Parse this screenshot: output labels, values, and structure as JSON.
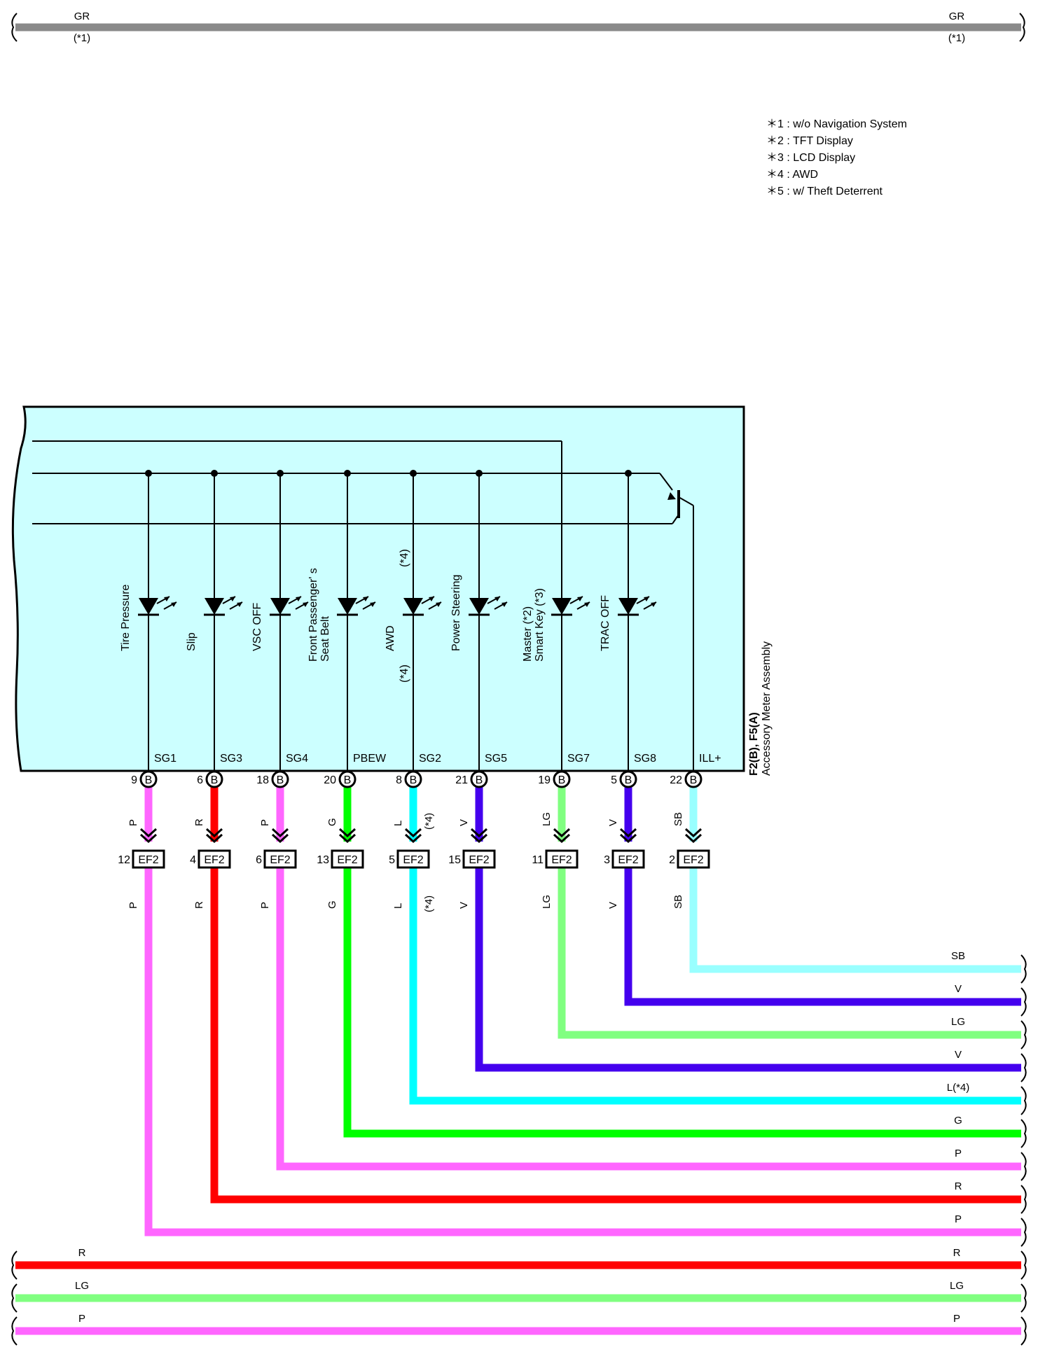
{
  "title": "",
  "colors": {
    "GR": "#8a8a8a",
    "P": "#ff66ff",
    "R": "#ff0000",
    "G": "#00ff00",
    "L": "#00ffff",
    "V": "#4400ee",
    "LG": "#80ff80",
    "SB": "#99ffff",
    "component_fill": "#ccffff"
  },
  "top_wire": {
    "color_code": "GR",
    "note": "(*1)"
  },
  "notes": [
    "＊1 : w/o Navigation System",
    "＊2 : TFT Display",
    "＊3 : LCD Display",
    "＊4 : AWD",
    "＊5 : w/ Theft Deterrent"
  ],
  "component": {
    "connectors": "F2(B), F5(A)",
    "name": "Accessory Meter Assembly",
    "connector_letter": "B"
  },
  "junction": {
    "label": "EF2"
  },
  "channels": [
    {
      "indicator": [
        "Tire Pressure"
      ],
      "terminal": "SG1",
      "pin": "9",
      "wire": "P",
      "wire_note": "",
      "ef_pin": "12"
    },
    {
      "indicator": [
        "Slip"
      ],
      "terminal": "SG3",
      "pin": "6",
      "wire": "R",
      "wire_note": "",
      "ef_pin": "4"
    },
    {
      "indicator": [
        "VSC OFF"
      ],
      "terminal": "SG4",
      "pin": "18",
      "wire": "P",
      "wire_note": "",
      "ef_pin": "6"
    },
    {
      "indicator": [
        "Front Passenger' s",
        "Seat Belt"
      ],
      "terminal": "PBEW",
      "pin": "20",
      "wire": "G",
      "wire_note": "",
      "ef_pin": "13"
    },
    {
      "indicator": [
        "AWD"
      ],
      "indicator_notes": [
        "(*4)",
        "(*4)"
      ],
      "terminal": "SG2",
      "pin": "8",
      "wire": "L",
      "wire_note": "(*4)",
      "ef_pin": "5"
    },
    {
      "indicator": [
        "Power Steering"
      ],
      "terminal": "SG5",
      "pin": "21",
      "wire": "V",
      "wire_note": "",
      "ef_pin": "15"
    },
    {
      "indicator": [
        "Master (*2)",
        "Smart Key (*3)"
      ],
      "terminal": "SG7",
      "pin": "19",
      "wire": "LG",
      "wire_note": "",
      "ef_pin": "11"
    },
    {
      "indicator": [
        "TRAC OFF"
      ],
      "terminal": "SG8",
      "pin": "5",
      "wire": "V",
      "wire_note": "",
      "ef_pin": "3"
    },
    {
      "indicator": [],
      "terminal": "ILL+",
      "pin": "22",
      "wire": "SB",
      "wire_note": "",
      "ef_pin": "2"
    }
  ],
  "right_labels": [
    "SB",
    "V",
    "LG",
    "V",
    "L(*4)",
    "G",
    "P",
    "R",
    "P"
  ],
  "bottom_wires": [
    "R",
    "LG",
    "P"
  ]
}
